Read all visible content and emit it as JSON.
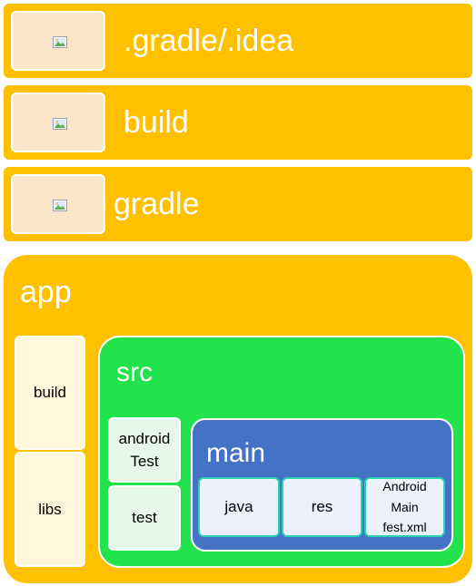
{
  "bars": [
    {
      "label": ".gradle/.idea",
      "icon": "image-icon"
    },
    {
      "label": "build",
      "icon": "image-icon"
    },
    {
      "label": "gradle",
      "icon": "image-icon"
    }
  ],
  "app": {
    "label": "app",
    "build_label": "build",
    "libs_label": "libs",
    "src": {
      "label": "src",
      "android_test_line1": "android",
      "android_test_line2": "Test",
      "test_label": "test",
      "main": {
        "label": "main",
        "java_label": "java",
        "res_label": "res",
        "manifest_line1": "Android",
        "manifest_line2": "Main",
        "manifest_line3": "fest.xml"
      }
    }
  },
  "colors": {
    "orange": "#ffc000",
    "green": "#22e34b",
    "blue": "#4472c4",
    "cream": "#fff6dc",
    "mint": "#e6f8e8",
    "pale": "#edf1f9"
  }
}
